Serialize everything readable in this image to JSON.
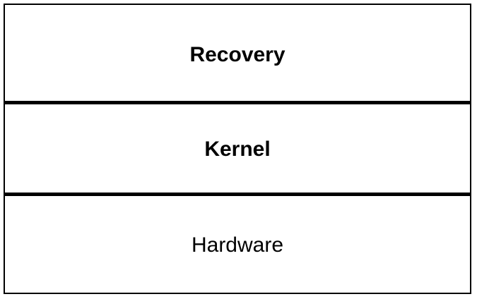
{
  "diagram": {
    "layers": [
      {
        "label": "Recovery",
        "emphasis": "bold"
      },
      {
        "label": "Kernel",
        "emphasis": "bold"
      },
      {
        "label": "Hardware",
        "emphasis": "regular"
      }
    ],
    "colors": {
      "background": "#ffffff",
      "border": "#000000",
      "text": "#000000"
    }
  }
}
